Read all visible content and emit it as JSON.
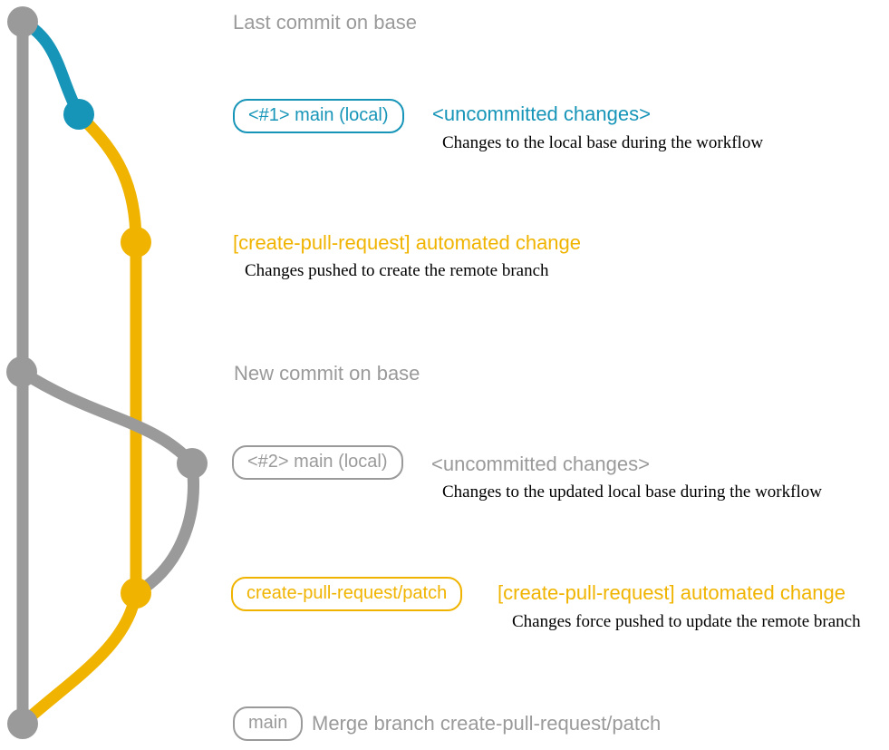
{
  "colors": {
    "gray": "#9a9a9a",
    "blue": "#1795b8",
    "yellow": "#f0b400",
    "ink": "#000000"
  },
  "sections": {
    "last_commit": {
      "label": "Last commit on base"
    },
    "uncommitted1": {
      "badge": "<#1> main (local)",
      "title": "<uncommitted changes>",
      "desc": "Changes to the local base during the workflow"
    },
    "push1": {
      "title": "[create-pull-request] automated change",
      "desc": "Changes pushed to create the remote branch"
    },
    "new_commit": {
      "label": "New commit on base"
    },
    "uncommitted2": {
      "badge": "<#2> main (local)",
      "title": "<uncommitted changes>",
      "desc": "Changes to the updated local base during the workflow"
    },
    "push2": {
      "badge": "create-pull-request/patch",
      "title": "[create-pull-request] automated change",
      "desc": "Changes force pushed to update the remote branch"
    },
    "merge": {
      "badge": "main",
      "label": "Merge branch create-pull-request/patch"
    }
  }
}
